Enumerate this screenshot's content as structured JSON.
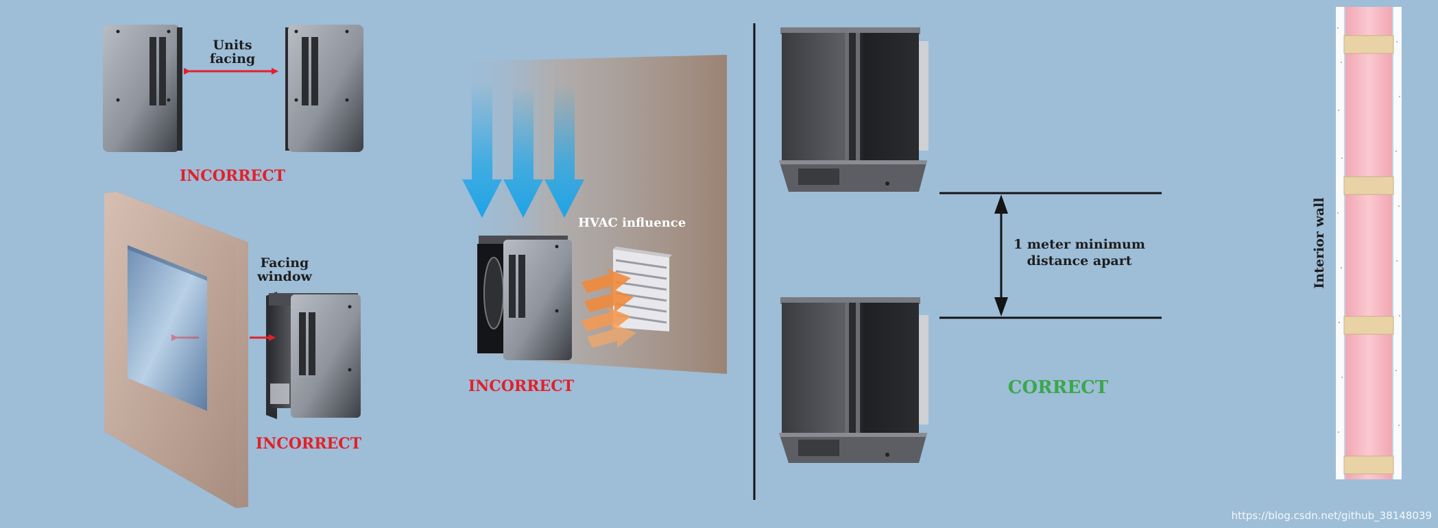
{
  "labels": {
    "units_facing_1": "Units",
    "units_facing_2": "facing",
    "facing_window_1": "Facing",
    "facing_window_2": "window",
    "hvac": "HVAC influence",
    "distance_1": "1 meter minimum",
    "distance_2": "distance apart",
    "interior_wall": "Interior wall"
  },
  "verdicts": {
    "units_facing": "INCORRECT",
    "facing_window": "INCORRECT",
    "hvac": "INCORRECT",
    "spacing": "CORRECT"
  },
  "watermark": "https://blog.csdn.net/github_38148039",
  "colors": {
    "background": "#9ebdd7",
    "incorrect": "#e3202a",
    "correct": "#3aa84a",
    "airflow": "#2aa8e6",
    "heat": "#f08a3c"
  }
}
